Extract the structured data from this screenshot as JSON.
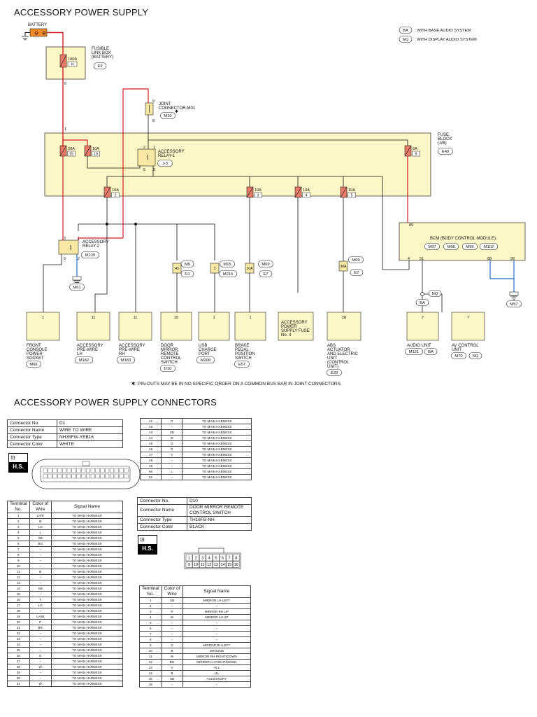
{
  "titles": {
    "main": "ACCESSORY POWER SUPPLY",
    "connectors": "ACCESSORY POWER SUPPLY CONNECTORS"
  },
  "legend": [
    {
      "code": "BA",
      "text": ": WITH BASE AUDIO SYSTEM"
    },
    {
      "code": "NQ",
      "text": ": WITH DISPLAY AUDIO SYSTEM"
    }
  ],
  "diagram": {
    "battery": "BATTERY",
    "fusible": {
      "lines": [
        "FUSIBLE",
        "LINK BOX",
        "(BATTERY)"
      ],
      "fuse": "100A",
      "fuse_id": "H",
      "connector": "E9",
      "pin_out": "6"
    },
    "joint": {
      "lines": [
        "JOINT",
        "CONNECTOR-M01"
      ],
      "connector": "M10",
      "star": "✱",
      "pin_top": "9",
      "pin_bottom": "8"
    },
    "fuse_block": {
      "lines": [
        "FUSE",
        "BLOCK",
        "(J/B)"
      ],
      "connector": "E49",
      "pin_in": "1"
    },
    "fuses": [
      {
        "amp": "20A",
        "num": "15"
      },
      {
        "amp": "10A",
        "num": "19"
      },
      {
        "amp": "5A",
        "num": "9"
      },
      {
        "amp": "10A",
        "num": "2"
      },
      {
        "amp": "10A",
        "num": "3"
      },
      {
        "amp": "10A",
        "num": "4"
      },
      {
        "amp": "10A",
        "num": "5"
      }
    ],
    "relay1": {
      "lines": [
        "ACCESSORY",
        "RELAY-1"
      ],
      "connector": "J-3",
      "pins": [
        "2",
        "1",
        "5",
        "3"
      ]
    },
    "relay2": {
      "lines": [
        "ACCESSORY",
        "RELAY-2"
      ],
      "connector": "M120",
      "pins": [
        "3",
        "1",
        "5",
        "2"
      ]
    },
    "bcm": {
      "name": "BCM (BODY CONTROL MODULE)",
      "connectors": [
        "M97",
        "M98",
        "M99",
        "M102"
      ],
      "pins": [
        "89",
        "4",
        "51",
        "88",
        "99"
      ]
    },
    "grounds": [
      "M61",
      "M57"
    ],
    "inline_fuses": [
      {
        "pin": "43",
        "amp": "",
        "conns": [
          "M9",
          "D1"
        ]
      },
      {
        "pin": "3",
        "amp": "",
        "conns": [
          "M15",
          "M216"
        ]
      },
      {
        "pin": "",
        "amp": "10A",
        "conns": [
          "M69",
          "E7"
        ]
      },
      {
        "pin": "",
        "amp": "30A",
        "conns": [
          "M69",
          "E7"
        ]
      }
    ],
    "splice": {
      "nq": "NQ",
      "ba": "BA"
    },
    "loads": [
      {
        "pin": "1",
        "lines": [
          "FRONT",
          "CONSOLE",
          "POWER",
          "SOCKET"
        ],
        "conn": "M66"
      },
      {
        "pin": "11",
        "lines": [
          "ACCESSORY",
          "PRE-WIRE",
          "LH"
        ],
        "conn": "M182"
      },
      {
        "pin": "11",
        "lines": [
          "ACCESSORY",
          "PRE-WIRE",
          "RH"
        ],
        "conn": "M183"
      },
      {
        "pin": "15",
        "lines": [
          "DOOR",
          "MIRROR",
          "REMOTE",
          "CONTROL",
          "SWITCH"
        ],
        "conn": "D10"
      },
      {
        "pin": "1",
        "lines": [
          "USB",
          "CHARGE",
          "PORT"
        ],
        "conn": "M208"
      },
      {
        "pin": "1",
        "lines": [
          "BRAKE",
          "PEDAL",
          "POSITION",
          "SWITCH"
        ],
        "conn": "E57"
      },
      {
        "pin": "",
        "lines": [
          "ACCESSORY",
          "POWER",
          "SUPPLY FUSE",
          "No. 4"
        ],
        "conn": ""
      },
      {
        "pin": "28",
        "lines": [
          "ABS",
          "ACTUATOR",
          "AND ELECTRIC",
          "UNIT",
          "(CONTROL",
          "UNIT)"
        ],
        "conn": "E33"
      },
      {
        "pin": "7",
        "lines": [
          "AUDIO UNIT"
        ],
        "conn": "M121",
        "conn2": "BA"
      },
      {
        "pin": "7",
        "lines": [
          "AV CONTROL",
          "UNIT"
        ],
        "conn": "M70",
        "conn2": "NQ"
      }
    ],
    "footnote": "✱: PIN-OUTS MAY BE IN NO SPECIFIC ORDER ON A COMMON BUS BAR IN JOINT CONNECTORS."
  },
  "d1": {
    "info": [
      [
        "Connector No.",
        "D1"
      ],
      [
        "Connector Name",
        "WIRE TO WIRE"
      ],
      [
        "Connector Type",
        "NH35FW-YEB16"
      ],
      [
        "Connector Color",
        "WHITE"
      ]
    ],
    "hs": "H.S.",
    "headers": [
      "Terminal No.",
      "Color of Wire",
      "Signal Name"
    ],
    "rows": [
      [
        "1",
        "LA/R",
        "TO MAIN HARNESS"
      ],
      [
        "2",
        "B",
        "TO MAIN HARNESS"
      ],
      [
        "3",
        "LG",
        "TO MAIN HARNESS"
      ],
      [
        "4",
        "L",
        "TO MAIN HARNESS"
      ],
      [
        "5",
        "SB",
        "TO MAIN HARNESS"
      ],
      [
        "6",
        "BG",
        "TO MAIN HARNESS"
      ],
      [
        "7",
        "–",
        "TO MAIN HARNESS"
      ],
      [
        "8",
        "–",
        "TO MAIN HARNESS"
      ],
      [
        "9",
        "–",
        "TO MAIN HARNESS"
      ],
      [
        "10",
        "–",
        "TO MAIN HARNESS"
      ],
      [
        "11",
        "B",
        "TO MAIN HARNESS"
      ],
      [
        "12",
        "–",
        "TO MAIN HARNESS"
      ],
      [
        "13",
        "–",
        "TO MAIN HARNESS"
      ],
      [
        "14",
        "SB",
        "TO MAIN HARNESS"
      ],
      [
        "15",
        "–",
        "TO MAIN HARNESS"
      ],
      [
        "16",
        "Y",
        "TO MAIN HARNESS"
      ],
      [
        "17",
        "LG",
        "TO MAIN HARNESS"
      ],
      [
        "18",
        "–",
        "TO MAIN HARNESS"
      ],
      [
        "19",
        "LA/W",
        "TO MAIN HARNESS"
      ],
      [
        "20",
        "P",
        "TO MAIN HARNESS"
      ],
      [
        "21",
        "BR",
        "TO MAIN HARNESS"
      ],
      [
        "22",
        "–",
        "TO MAIN HARNESS"
      ],
      [
        "23",
        "–",
        "TO MAIN HARNESS"
      ],
      [
        "24",
        "–",
        "TO MAIN HARNESS"
      ],
      [
        "25",
        "–",
        "TO MAIN HARNESS"
      ],
      [
        "26",
        "G",
        "TO MAIN HARNESS"
      ],
      [
        "27",
        "–",
        "TO MAIN HARNESS"
      ],
      [
        "28",
        "W",
        "TO MAIN HARNESS"
      ],
      [
        "29",
        "–",
        "TO MAIN HARNESS"
      ],
      [
        "30",
        "–",
        "TO MAIN HARNESS"
      ],
      [
        "31",
        "W",
        "TO MAIN HARNESS"
      ]
    ],
    "rows2": [
      [
        "41",
        "P",
        "TO MAIN HARNESS"
      ],
      [
        "42",
        "–",
        "TO MAIN HARNESS"
      ],
      [
        "43",
        "SB",
        "TO MAIN HARNESS"
      ],
      [
        "44",
        "W",
        "TO MAIN HARNESS"
      ],
      [
        "45",
        "G",
        "TO MAIN HARNESS"
      ],
      [
        "46",
        "R",
        "TO MAIN HARNESS"
      ],
      [
        "47",
        "V",
        "TO MAIN HARNESS"
      ],
      [
        "48",
        "–",
        "TO MAIN HARNESS"
      ],
      [
        "49",
        "–",
        "TO MAIN HARNESS"
      ],
      [
        "50",
        "L",
        "TO MAIN HARNESS"
      ],
      [
        "51",
        "–",
        "TO MAIN HARNESS"
      ]
    ]
  },
  "d10": {
    "info": [
      [
        "Connector No.",
        "D10"
      ],
      [
        "Connector Name",
        "DOOR MIRROR REMOTE CONTROL SWITCH"
      ],
      [
        "Connector Type",
        "TH16FB-NH"
      ],
      [
        "Connector Color",
        "BLACK"
      ]
    ],
    "hs": "H.S.",
    "pins_top": [
      "1",
      "2",
      "3",
      "4",
      "5",
      "6",
      "7",
      "8"
    ],
    "pins_bottom": [
      "9",
      "10",
      "11",
      "12",
      "13",
      "14",
      "15",
      "16"
    ],
    "headers": [
      "Terminal No.",
      "Color of Wire",
      "Signal Name"
    ],
    "rows": [
      [
        "1",
        "SB",
        "MIRROR LH LEFT"
      ],
      [
        "2",
        "–",
        "–"
      ],
      [
        "3",
        "R",
        "MIRROR RH UP"
      ],
      [
        "4",
        "W",
        "MIRROR LH UP"
      ],
      [
        "5",
        "–",
        "–"
      ],
      [
        "6",
        "–",
        "–"
      ],
      [
        "7",
        "–",
        "–"
      ],
      [
        "8",
        "–",
        "–"
      ],
      [
        "9",
        "G",
        "MIRROR RH LEFT"
      ],
      [
        "10",
        "B",
        "GROUND"
      ],
      [
        "11",
        "W",
        "MIRROR RH RIGHT/DOWN"
      ],
      [
        "12",
        "BG",
        "MIRROR LH RIGHT/DOWN"
      ],
      [
        "13",
        "V",
        "+ILL"
      ],
      [
        "14",
        "B",
        "-ILL"
      ],
      [
        "15",
        "SB",
        "ACCESSORY"
      ],
      [
        "16",
        "–",
        "–"
      ]
    ]
  },
  "colors": {
    "red": "#d01c1c",
    "blue": "#1e6fc8",
    "fuse_fill": "#f7e9a3",
    "box_fill": "#fdf6c6",
    "fuse_red": "#e87a6a"
  }
}
